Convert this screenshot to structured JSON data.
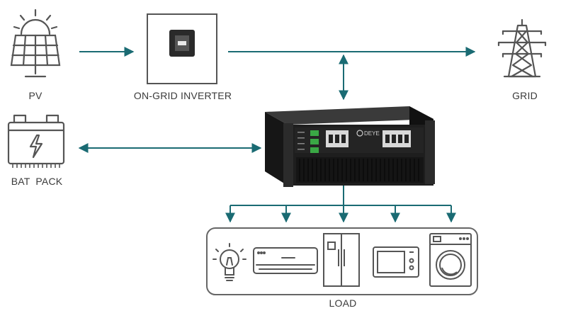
{
  "labels": {
    "pv": "PV",
    "inverter": "ON-GRID INVERTER",
    "grid": "GRID",
    "battery": "BAT  PACK",
    "load": "LOAD"
  },
  "device": {
    "brand": "DEYE"
  },
  "icons": {
    "pv": "solar-panel-icon",
    "inverter": "inverter-icon",
    "grid": "transmission-tower-icon",
    "battery": "battery-icon",
    "hybrid_unit": "rack-energy-storage-unit",
    "loads": [
      "light-bulb-icon",
      "air-conditioner-icon",
      "refrigerator-icon",
      "microwave-icon",
      "washing-machine-icon"
    ]
  },
  "colors": {
    "flow_arrow": "#1a6b73",
    "icon_stroke": "#555555",
    "unit_body": "#1e1e1e",
    "breaker_green": "#3aa845"
  }
}
